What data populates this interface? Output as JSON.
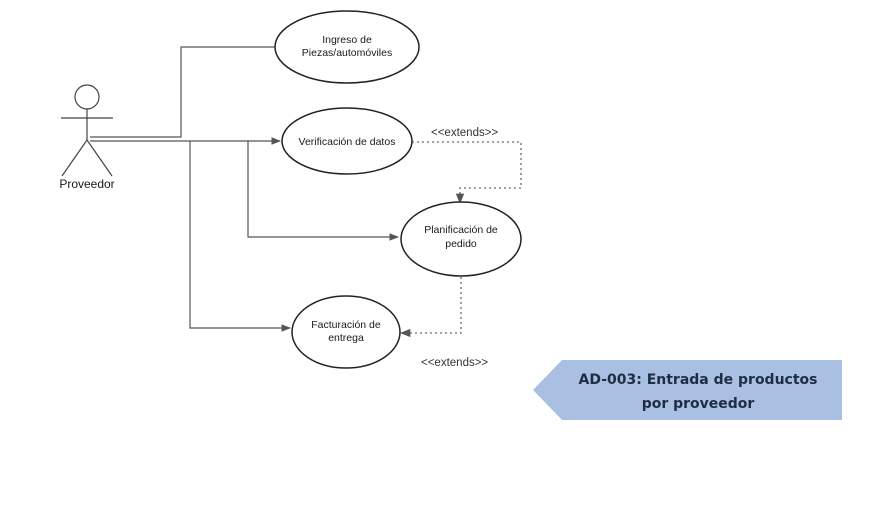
{
  "actor": {
    "name": "Proveedor"
  },
  "use_cases": {
    "ingreso": [
      "Ingreso de",
      "Piezas/automóviles"
    ],
    "verificacion": [
      "Verificación de datos"
    ],
    "planificacion": [
      "Planificación de",
      "pedido"
    ],
    "facturacion": [
      "Facturación de",
      "entrega"
    ]
  },
  "relations": {
    "extends_1": "<<extends>>",
    "extends_2": "<<extends>>"
  },
  "banner": {
    "lines": [
      "AD-003: Entrada de productos",
      "por proveedor"
    ],
    "color": "#a9c0e3"
  }
}
